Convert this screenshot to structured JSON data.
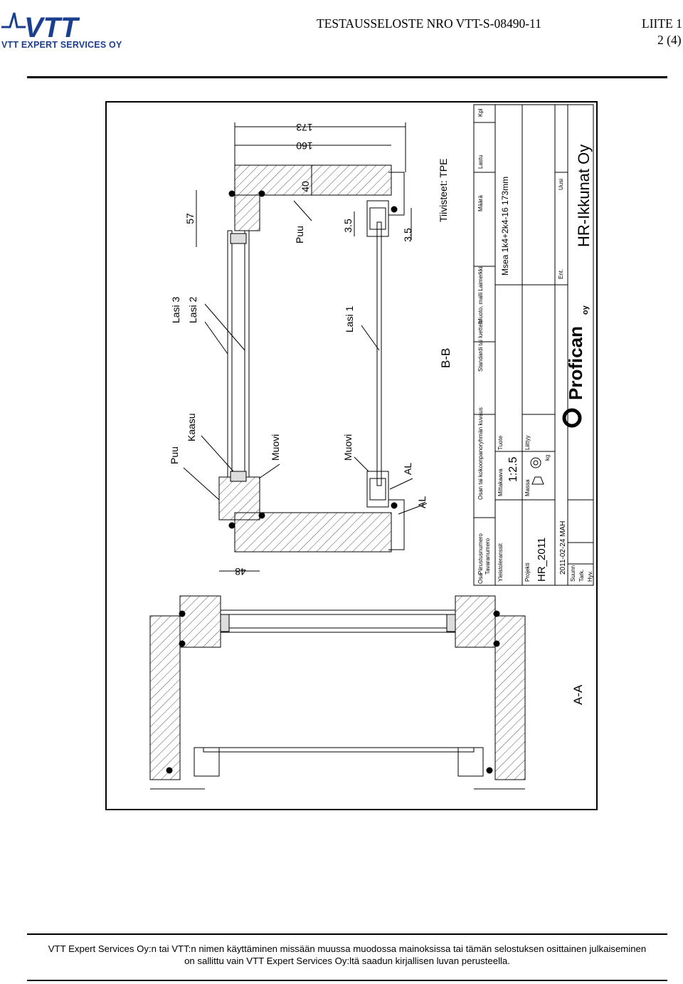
{
  "header": {
    "logo_text": "VTT",
    "company": "VTT EXPERT SERVICES OY",
    "report_title": "TESTAUSSELOSTE NRO VTT-S-08490-11",
    "appendix": "LIITE 1",
    "page": "2 (4)",
    "brand_color": "#1b3f8f"
  },
  "drawing": {
    "section_bb": "B-B",
    "section_aa": "A-A",
    "seals_note": "Tiivisteet: TPE",
    "labels": {
      "puu": "Puu",
      "kaasu": "Kaasu",
      "lasi3": "Lasi 3",
      "lasi2": "Lasi 2",
      "lasi1": "Lasi 1",
      "muovi": "Muovi",
      "al": "AL"
    },
    "dimensions": {
      "d173": "173",
      "d160": "160",
      "d57": "57",
      "d40": "40",
      "d35": "3.5",
      "d48": "48"
    },
    "title_block": {
      "osa": "Osa",
      "piirustusnumero": "Piirustusnumero",
      "tavaranumero": "Tavaranumero",
      "osan_kuvaus": "Osan tai kokoonpanoryhmän kuvaus",
      "standardi": "Standardi tai luettelo",
      "muoto": "Muoto, malli Laimerkki",
      "maara": "Määrä",
      "lastu": "Lastu",
      "kpl": "Kpl",
      "yleistoleranssit": "Yleistoleranssit",
      "mittakaava": "Mittakaava",
      "scale": "1:2.5",
      "tuote": "Tuote",
      "product": "Msea 1k4+2k4-16 173mm",
      "massa": "Massa",
      "kg": "kg",
      "liittyy": "Liittyy",
      "projekti": "Projekti",
      "project": "HR_2011",
      "suunn": "Suunn",
      "date": "2011-02-24 MAH",
      "tark": "Tark.",
      "hyv": "Hyv.",
      "ent": "Ent.",
      "uusi": "Uusi",
      "company_name": "HR-Ikkunat Oy",
      "maker": "Profican",
      "maker_suffix": "oy"
    }
  },
  "footer": {
    "line1": "VTT Expert Services Oy:n tai VTT:n nimen käyttäminen missään muussa muodossa mainoksissa tai tämän selostuksen osittainen julkaiseminen",
    "line2": "on sallittu vain VTT Expert Services Oy:ltä saadun kirjallisen luvan perusteella."
  }
}
